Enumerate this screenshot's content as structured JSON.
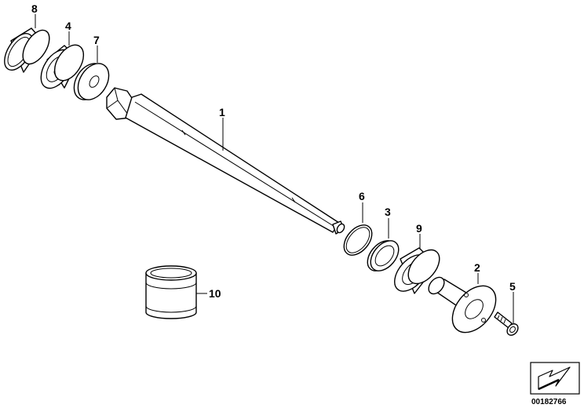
{
  "callouts": [
    {
      "id": "p1",
      "label": "1"
    },
    {
      "id": "p2",
      "label": "2"
    },
    {
      "id": "p3",
      "label": "3"
    },
    {
      "id": "p4",
      "label": "4"
    },
    {
      "id": "p5",
      "label": "5"
    },
    {
      "id": "p6",
      "label": "6"
    },
    {
      "id": "p7",
      "label": "7"
    },
    {
      "id": "p8",
      "label": "8"
    },
    {
      "id": "p9",
      "label": "9"
    },
    {
      "id": "p10",
      "label": "10"
    }
  ],
  "reference_number": "00182766",
  "icons": [
    "arrow-direction-icon"
  ],
  "colors": {
    "line": "#000000",
    "background": "#ffffff"
  }
}
